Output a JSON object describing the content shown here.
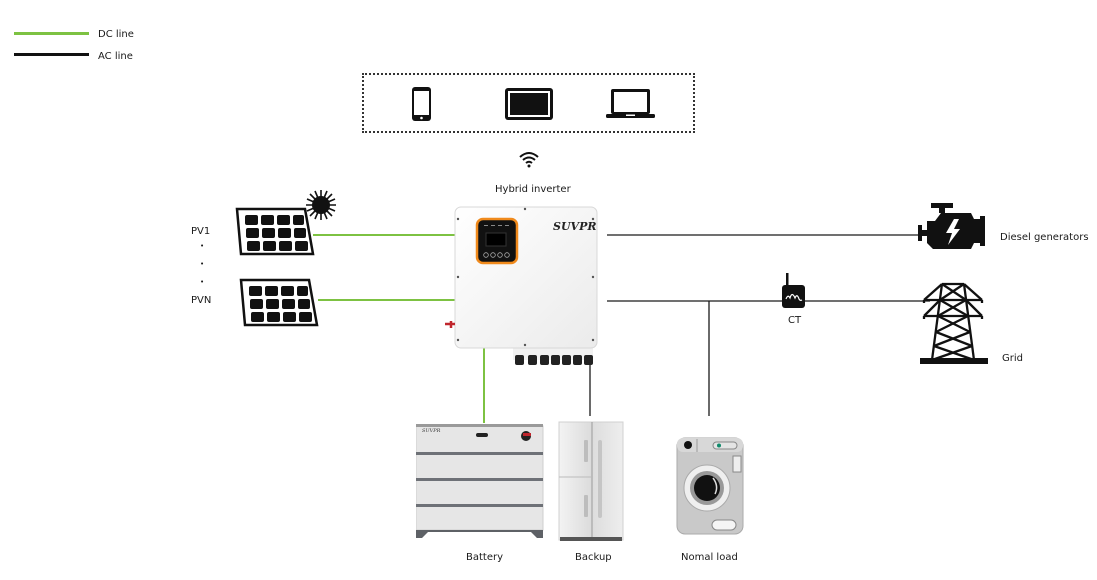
{
  "legend": {
    "dc_label": "DC line",
    "ac_label": "AC line",
    "dc_color": "#7dc242",
    "ac_color": "#1a1a1a"
  },
  "monitoring": {
    "devices": [
      "phone-icon",
      "tablet-icon",
      "laptop-icon"
    ],
    "link_icon": "wifi-icon"
  },
  "inverter": {
    "label": "Hybrid inverter",
    "brand": "SUVPR",
    "display_accent": "#f08a1c"
  },
  "pv": {
    "first_label": "PV1",
    "last_label": "PVN",
    "ellipsis": [
      "•",
      "•",
      "•"
    ]
  },
  "diesel": {
    "label": "Diesel generators"
  },
  "ct": {
    "label": "CT"
  },
  "grid": {
    "label": "Grid"
  },
  "loads": {
    "battery": {
      "label": "Battery",
      "brand": "SUVPR"
    },
    "backup": {
      "label": "Backup"
    },
    "normal": {
      "label": "Nomal load"
    }
  }
}
